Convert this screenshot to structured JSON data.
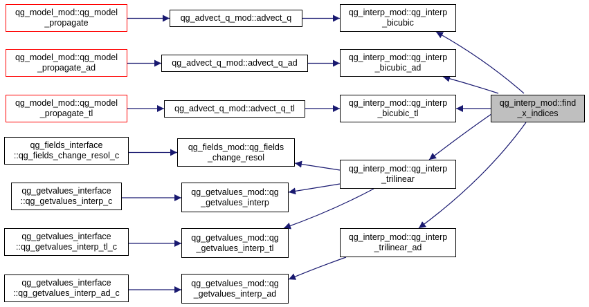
{
  "colors": {
    "edge": "#191970",
    "node_border": "#000000",
    "caller_border": "#ff0000",
    "selected_fill": "#bfbfbf"
  },
  "nodes": {
    "propagate": {
      "lines": [
        "qg_model_mod::qg_model",
        "_propagate"
      ]
    },
    "propagate_ad": {
      "lines": [
        "qg_model_mod::qg_model",
        "_propagate_ad"
      ]
    },
    "propagate_tl": {
      "lines": [
        "qg_model_mod::qg_model",
        "_propagate_tl"
      ]
    },
    "advect_q": {
      "lines": [
        "qg_advect_q_mod::advect_q"
      ]
    },
    "advect_q_ad": {
      "lines": [
        "qg_advect_q_mod::advect_q_ad"
      ]
    },
    "advect_q_tl": {
      "lines": [
        "qg_advect_q_mod::advect_q_tl"
      ]
    },
    "bicubic": {
      "lines": [
        "qg_interp_mod::qg_interp",
        "_bicubic"
      ]
    },
    "bicubic_ad": {
      "lines": [
        "qg_interp_mod::qg_interp",
        "_bicubic_ad"
      ]
    },
    "bicubic_tl": {
      "lines": [
        "qg_interp_mod::qg_interp",
        "_bicubic_tl"
      ]
    },
    "find_x_indices": {
      "lines": [
        "qg_interp_mod::find",
        "_x_indices"
      ]
    },
    "fields_iface": {
      "lines": [
        "qg_fields_interface",
        "::qg_fields_change_resol_c"
      ]
    },
    "fields_change": {
      "lines": [
        "qg_fields_mod::qg_fields",
        "_change_resol"
      ]
    },
    "trilinear": {
      "lines": [
        "qg_interp_mod::qg_interp",
        "_trilinear"
      ]
    },
    "getvalues_iface": {
      "lines": [
        "qg_getvalues_interface",
        "::qg_getvalues_interp_c"
      ]
    },
    "getvalues_interp": {
      "lines": [
        "qg_getvalues_mod::qg",
        "_getvalues_interp"
      ]
    },
    "getvalues_iface_tl": {
      "lines": [
        "qg_getvalues_interface",
        "::qg_getvalues_interp_tl_c"
      ]
    },
    "getvalues_interp_tl": {
      "lines": [
        "qg_getvalues_mod::qg",
        "_getvalues_interp_tl"
      ]
    },
    "trilinear_ad": {
      "lines": [
        "qg_interp_mod::qg_interp",
        "_trilinear_ad"
      ]
    },
    "getvalues_iface_ad": {
      "lines": [
        "qg_getvalues_interface",
        "::qg_getvalues_interp_ad_c"
      ]
    },
    "getvalues_interp_ad": {
      "lines": [
        "qg_getvalues_mod::qg",
        "_getvalues_interp_ad"
      ]
    }
  }
}
